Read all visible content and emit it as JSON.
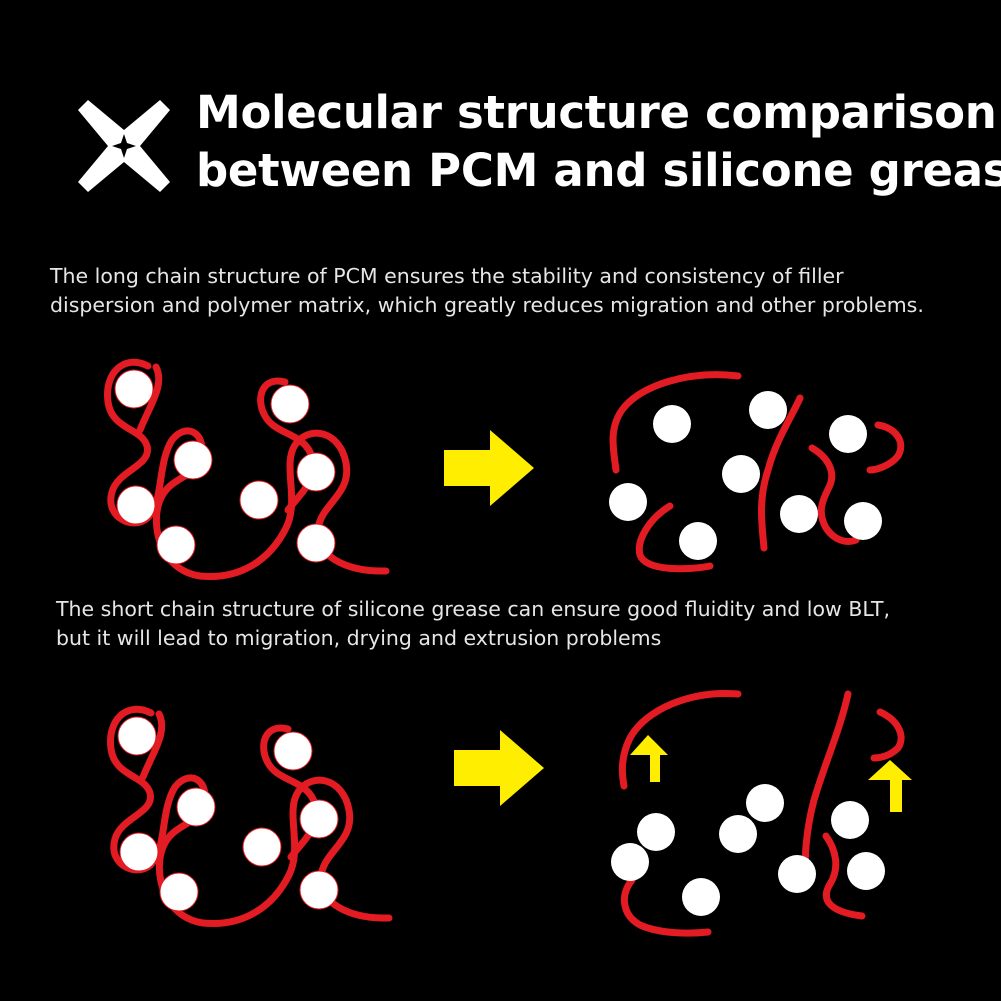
{
  "title": {
    "line1": "Molecular structure comparison",
    "line2": "between PCM and silicone grease"
  },
  "captions": {
    "pcm": {
      "line1": "The long chain structure of PCM ensures the stability and consistency of filler",
      "line2": "dispersion and polymer matrix, which greatly reduces migration and other problems."
    },
    "grease": {
      "line1": "The short chain structure of silicone grease can ensure good fluidity and low BLT,",
      "line2": "but it will lead to migration, drying and extrusion problems"
    }
  },
  "colors": {
    "background": "#000000",
    "chain": "#e31b23",
    "filler": "#ffffff",
    "arrow": "#ffee00",
    "text": "#ffffff"
  },
  "icons": {
    "logo": "compass-star-logo-icon",
    "transition": "arrow-right-icon",
    "migration": "arrow-up-icon"
  }
}
